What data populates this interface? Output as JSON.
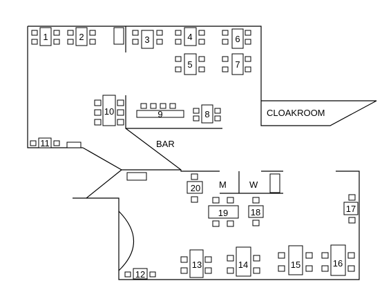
{
  "tables": {
    "t1": "1",
    "t2": "2",
    "t3": "3",
    "t4": "4",
    "t5": "5",
    "t6": "6",
    "t7": "7",
    "t8": "8",
    "t9": "9",
    "t10": "10",
    "t11": "11",
    "t12": "12",
    "t13": "13",
    "t14": "14",
    "t15": "15",
    "t16": "16",
    "t17": "17",
    "t18": "18",
    "t19": "19",
    "t20": "20"
  },
  "areas": {
    "cloakroom": "CLOAKROOM",
    "bar": "BAR",
    "mens": "M",
    "womens": "W"
  }
}
